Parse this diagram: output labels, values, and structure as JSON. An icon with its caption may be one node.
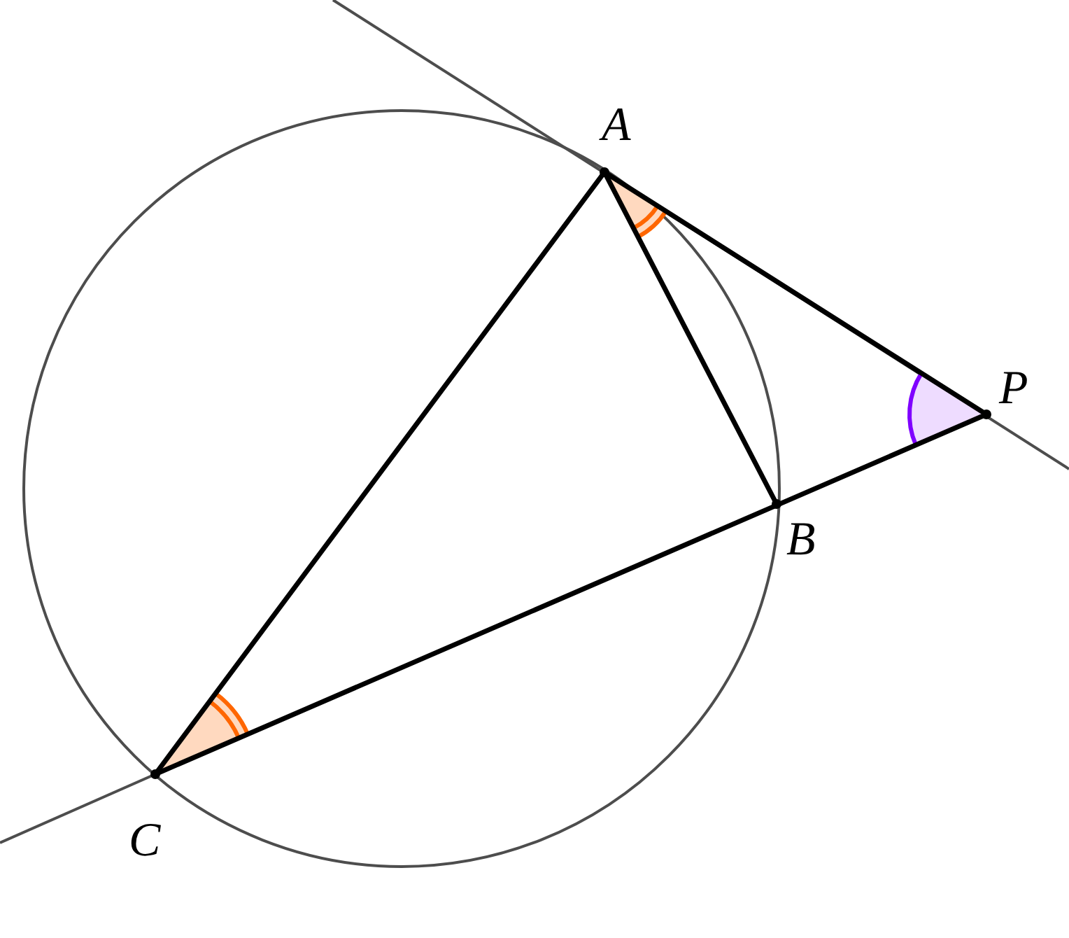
{
  "diagram": {
    "labels": [
      "A",
      "P",
      "B",
      "C"
    ]
  }
}
